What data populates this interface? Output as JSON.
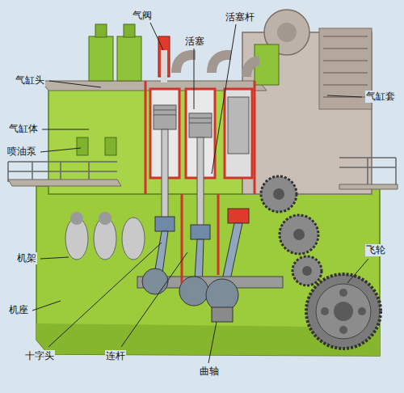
{
  "diagram": {
    "labels": [
      "气阀",
      "活塞",
      "活塞杆",
      "气缸头",
      "气缸套",
      "气缸体",
      "喷油泵",
      "机架",
      "飞轮",
      "机座",
      "十字头",
      "连杆",
      "曲轴"
    ]
  }
}
